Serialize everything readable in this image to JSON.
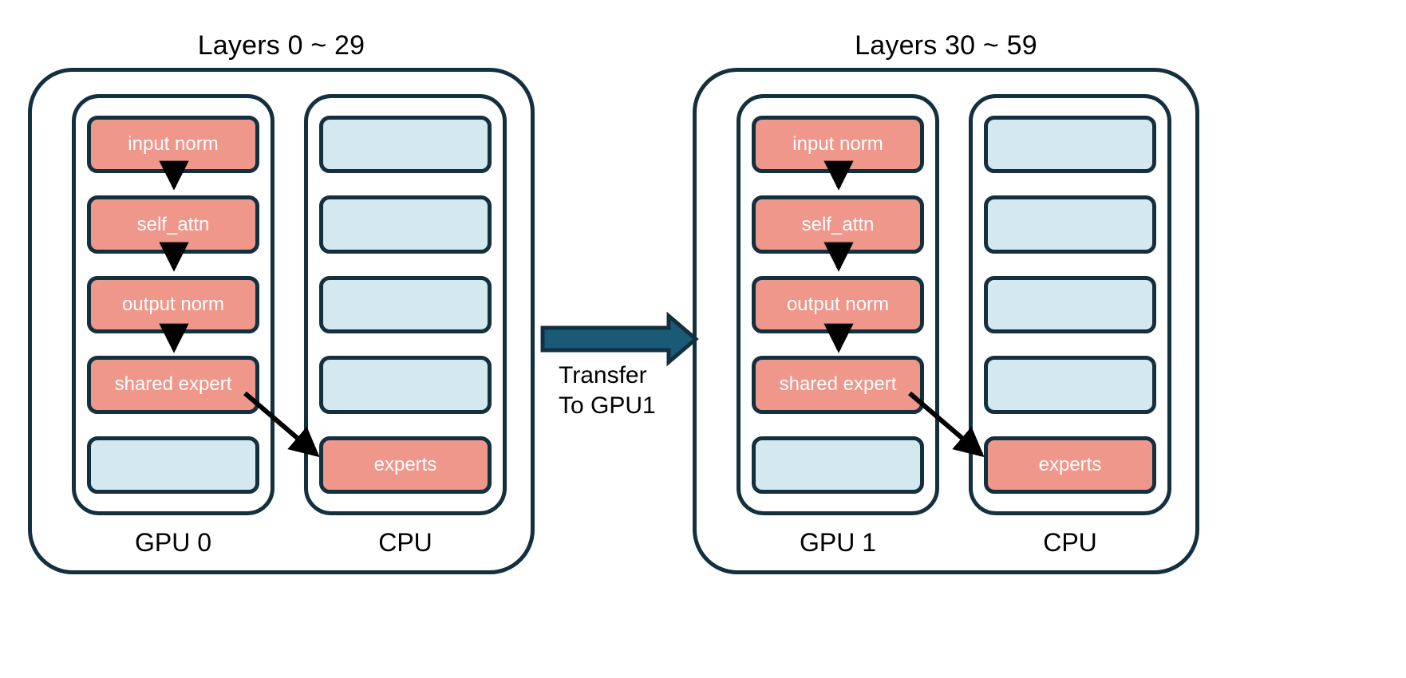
{
  "diagram": {
    "title_note": "MoE layer placement across two GPUs with CPU-offloaded experts",
    "colors": {
      "active_block": "#ef978a",
      "idle_block": "#d3e8ef",
      "outline": "#13303f",
      "transfer_arrow": "#1b5a77",
      "flow_arrow": "#000000",
      "background": "#ffffff",
      "text_on_block": "#ffffff",
      "text": "#000000"
    }
  },
  "groups": [
    {
      "id": "group-left",
      "title": "Layers 0 ~ 29",
      "columns": [
        {
          "id": "gpu-0",
          "label": "GPU 0",
          "slots": [
            {
              "label": "input norm",
              "state": "active"
            },
            {
              "label": "self_attn",
              "state": "active"
            },
            {
              "label": "output norm",
              "state": "active"
            },
            {
              "label": "shared expert",
              "state": "active"
            },
            {
              "label": "",
              "state": "idle"
            }
          ]
        },
        {
          "id": "cpu-0",
          "label": "CPU",
          "slots": [
            {
              "label": "",
              "state": "idle"
            },
            {
              "label": "",
              "state": "idle"
            },
            {
              "label": "",
              "state": "idle"
            },
            {
              "label": "",
              "state": "idle"
            },
            {
              "label": "experts",
              "state": "active"
            }
          ]
        }
      ]
    },
    {
      "id": "group-right",
      "title": "Layers 30 ~ 59",
      "columns": [
        {
          "id": "gpu-1",
          "label": "GPU 1",
          "slots": [
            {
              "label": "input norm",
              "state": "active"
            },
            {
              "label": "self_attn",
              "state": "active"
            },
            {
              "label": "output norm",
              "state": "active"
            },
            {
              "label": "shared expert",
              "state": "active"
            },
            {
              "label": "",
              "state": "idle"
            }
          ]
        },
        {
          "id": "cpu-1",
          "label": "CPU",
          "slots": [
            {
              "label": "",
              "state": "idle"
            },
            {
              "label": "",
              "state": "idle"
            },
            {
              "label": "",
              "state": "idle"
            },
            {
              "label": "",
              "state": "idle"
            },
            {
              "label": "experts",
              "state": "active"
            }
          ]
        }
      ]
    }
  ],
  "transfer": {
    "line1": "Transfer",
    "line2": "To GPU1"
  }
}
